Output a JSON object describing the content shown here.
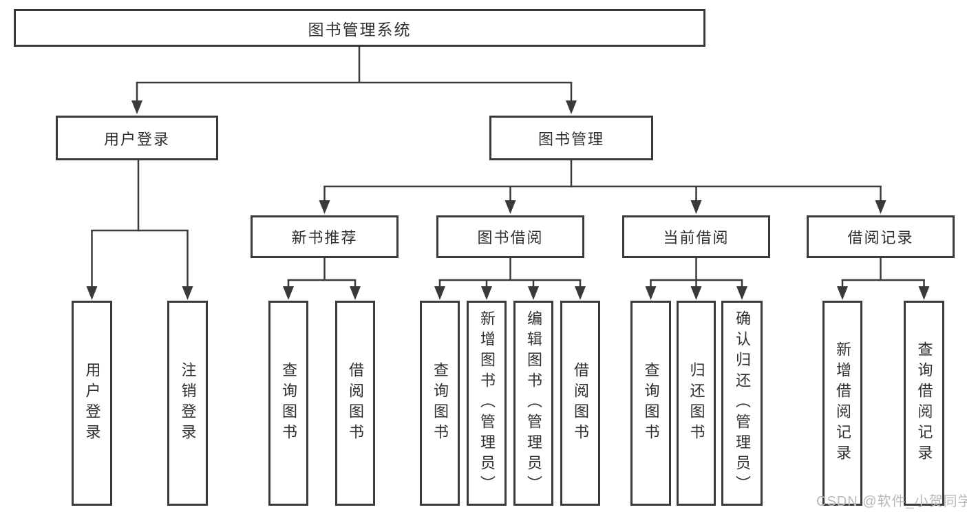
{
  "diagram": {
    "nodes": {
      "root": "图书管理系统",
      "user_login": "用户登录",
      "book_management": "图书管理",
      "new_book_recommend": "新书推荐",
      "book_borrow": "图书借阅",
      "current_borrow": "当前借阅",
      "borrow_records": "借阅记录",
      "leaf_user_login": "用户登录",
      "leaf_logout": "注销登录",
      "leaf_query_book_1": "查询图书",
      "leaf_borrow_book_1": "借阅图书",
      "leaf_query_book_2": "查询图书",
      "leaf_add_book_admin": "新增图书（管理员）",
      "leaf_edit_book_admin": "编辑图书（管理员）",
      "leaf_borrow_book_2": "借阅图书",
      "leaf_query_book_3": "查询图书",
      "leaf_return_book": "归还图书",
      "leaf_confirm_return_admin": "确认归还（管理员）",
      "leaf_add_borrow_record": "新增借阅记录",
      "leaf_query_borrow_record": "查询借阅记录"
    },
    "colors": {
      "line": "#3a3a3a",
      "box_border": "#3a3a3a",
      "text": "#2f2f2f",
      "background": "#ffffff",
      "watermark": "#b9b9b9"
    }
  },
  "watermark": {
    "text": "CSDN @软件_小贺同学"
  }
}
